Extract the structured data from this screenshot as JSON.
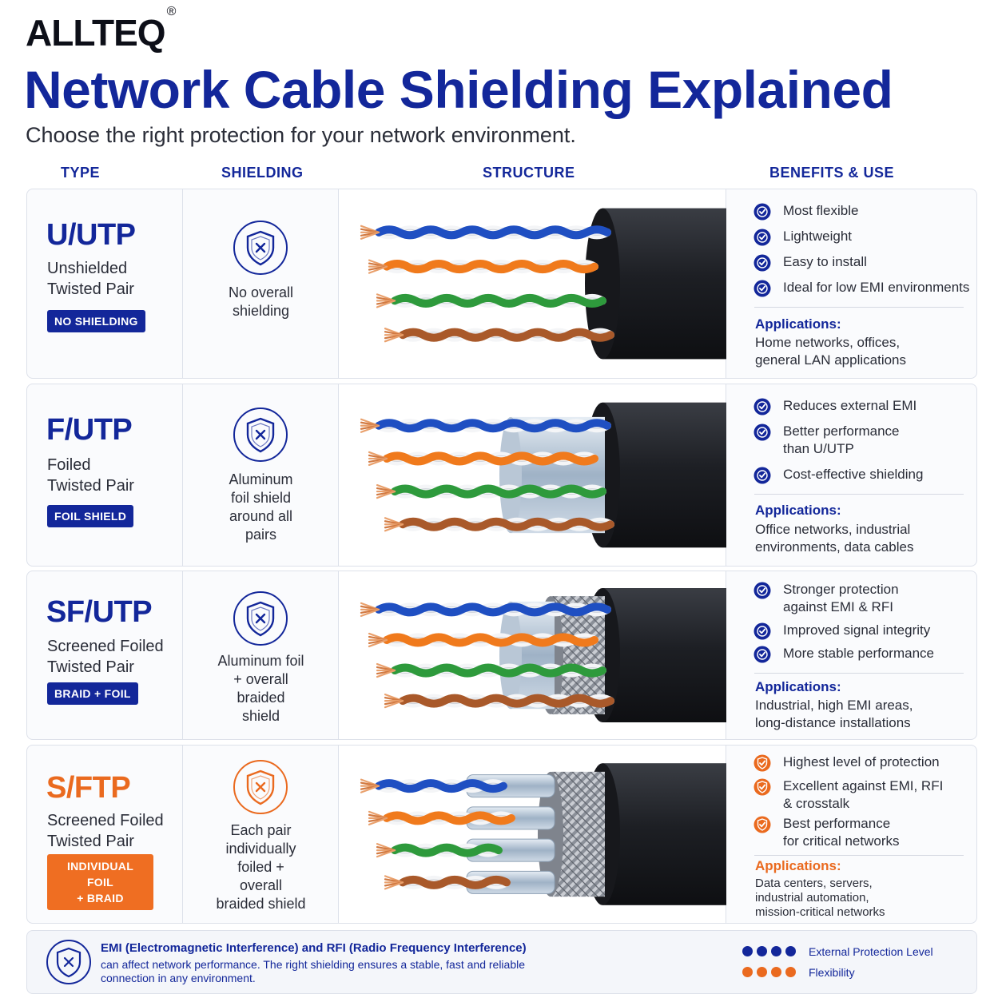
{
  "brand": {
    "name": "ALLTEQ",
    "mark": "®"
  },
  "title": "Network Cable Shielding Explained",
  "subtitle": "Choose the right protection for your network environment.",
  "columns": {
    "type": "TYPE",
    "shielding": "SHIELDING",
    "structure": "STRUCTURE",
    "benefits": "BENEFITS & USE"
  },
  "colors": {
    "navy": "#13279a",
    "orange": "#ea6a1f",
    "jacket": "#1d1f24"
  },
  "rows": [
    {
      "code": "U/UTP",
      "name": [
        "Unshielded",
        "Twisted Pair"
      ],
      "badge": [
        "NO SHIELDING"
      ],
      "shielding": [
        "No overall",
        "shielding"
      ],
      "benefits": [
        [
          "Most flexible"
        ],
        [
          "Lightweight"
        ],
        [
          "Easy to install"
        ],
        [
          "Ideal for low EMI environments"
        ]
      ],
      "applications_label": "Applications:",
      "applications": [
        "Home networks, offices,",
        "general LAN applications"
      ]
    },
    {
      "code": "F/UTP",
      "name": [
        "Foiled",
        "Twisted Pair"
      ],
      "badge": [
        "FOIL SHIELD"
      ],
      "shielding": [
        "Aluminum",
        "foil shield",
        "around all",
        "pairs"
      ],
      "benefits": [
        [
          "Reduces external EMI"
        ],
        [
          "Better performance",
          "than U/UTP"
        ],
        [
          "Cost-effective shielding"
        ]
      ],
      "applications_label": "Applications:",
      "applications": [
        "Office networks, industrial",
        "environments, data cables"
      ]
    },
    {
      "code": "SF/UTP",
      "name": [
        "Screened Foiled",
        "Twisted Pair"
      ],
      "badge": [
        "BRAID + FOIL"
      ],
      "shielding": [
        "Aluminum foil",
        "+ overall",
        "braided",
        "shield"
      ],
      "benefits": [
        [
          "Stronger protection",
          "against EMI & RFI"
        ],
        [
          "Improved signal integrity"
        ],
        [
          "More stable performance"
        ]
      ],
      "applications_label": "Applications:",
      "applications": [
        "Industrial, high EMI areas,",
        "long-distance installations"
      ]
    },
    {
      "code": "S/FTP",
      "name": [
        "Screened Foiled",
        "Twisted Pair"
      ],
      "badge": [
        "INDIVIDUAL FOIL",
        "+ BRAID"
      ],
      "shielding": [
        "Each pair",
        "individually",
        "foiled +",
        "overall",
        "braided shield"
      ],
      "benefits": [
        [
          "Highest level of protection"
        ],
        [
          "Excellent against EMI, RFI",
          "& crosstalk"
        ],
        [
          "Best performance",
          "for critical networks"
        ]
      ],
      "applications_label": "Applications:",
      "applications": [
        "Data centers, servers,",
        "industrial automation,",
        "mission-critical networks"
      ]
    }
  ],
  "footer": {
    "title": "EMI (Electromagnetic Interference) and RFI (Radio Frequency Interference)",
    "text": "can affect network performance. The right shielding ensures a stable, fast and reliable connection in any environment.",
    "legend": [
      {
        "label": "External Protection Level",
        "color": "#13279a",
        "dots": 4
      },
      {
        "label": "Flexibility",
        "color": "#ea6a1f",
        "dots": 4
      }
    ]
  }
}
